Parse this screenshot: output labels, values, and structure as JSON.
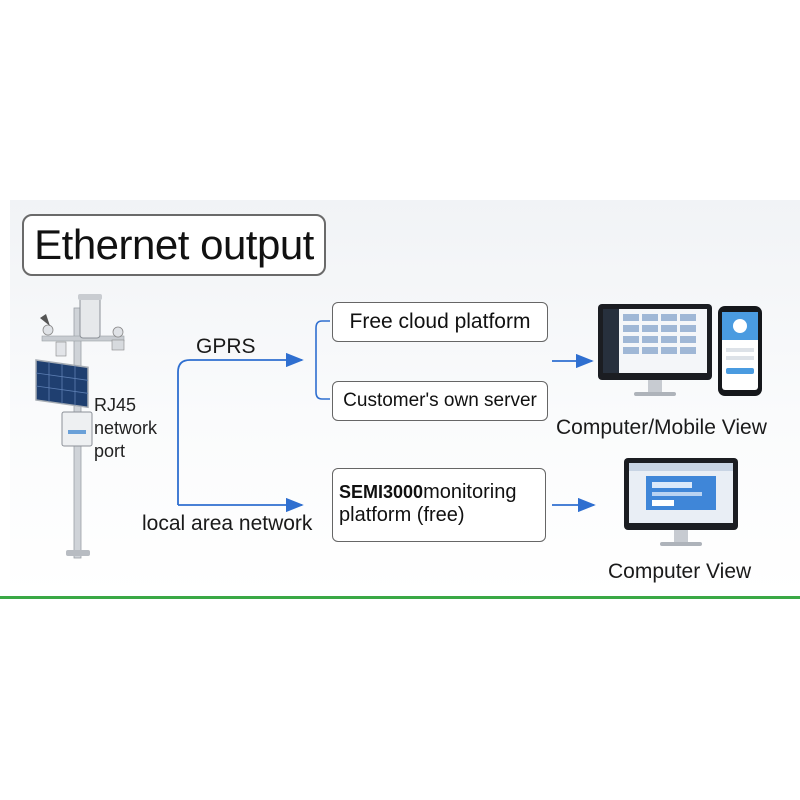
{
  "title": "Ethernet output",
  "port_label": [
    "RJ45",
    "network",
    "port"
  ],
  "links": {
    "gprs": "GPRS",
    "lan": "local area network"
  },
  "targets": {
    "cloud": "Free cloud platform",
    "server": "Customer's own server",
    "semi_strong": "SEMI3000",
    "semi_rest": "monitoring",
    "semi_line2": "platform (free)"
  },
  "views": {
    "computer_mobile": "Computer/Mobile View",
    "computer": "Computer View"
  },
  "colors": {
    "arrow": "#2f6fd0",
    "accent_line": "#3aa845"
  }
}
